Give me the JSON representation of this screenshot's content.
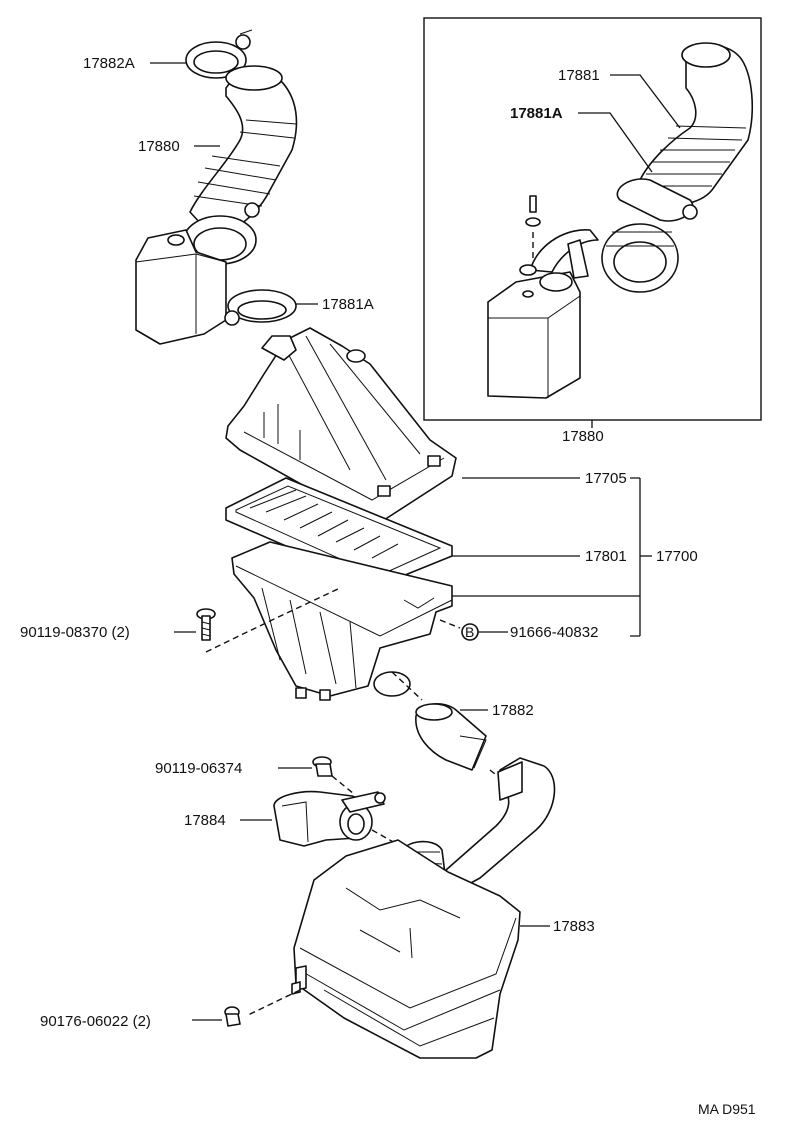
{
  "diagram": {
    "parts": {
      "clamp_top": "17882A",
      "hose_top": "17880",
      "clamp_mid": "17881A",
      "inset_hose": "17881",
      "inset_clamp": "17881A",
      "inset_caption": "17880",
      "cap": "17705",
      "element": "17801",
      "assembly": "17700",
      "bolt_left": "90119-08370 (2)",
      "grommet_b": "91666-40832",
      "grommet_b_marker": "B",
      "connector": "17882",
      "screw": "90119-06374",
      "hose_small": "17884",
      "resonator": "17883",
      "drain_plug": "90176-06022 (2)"
    },
    "figure_code": "MA D951"
  }
}
